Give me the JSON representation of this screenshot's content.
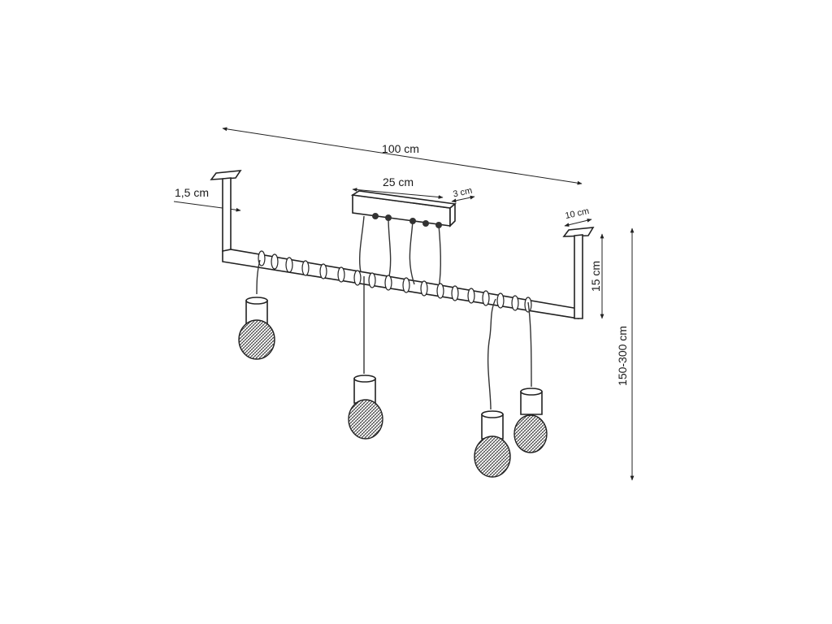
{
  "dimensions": {
    "total_length": "100 cm",
    "canopy_length": "25 cm",
    "canopy_width": "3 cm",
    "bracket_thickness": "1,5 cm",
    "bracket_depth": "10 cm",
    "bracket_height": "15 cm",
    "hanging_height": "150-300 cm"
  }
}
